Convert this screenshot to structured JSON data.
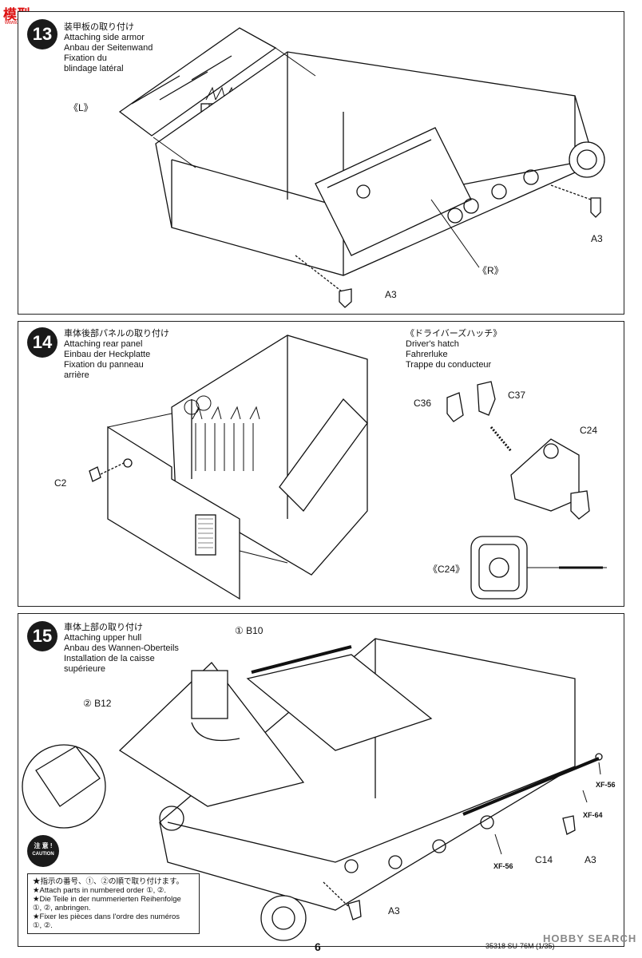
{
  "watermark_top": {
    "brand": "模型",
    "site": "www.hobbysearch.com"
  },
  "steps": [
    {
      "number": "13",
      "title_jp": "装甲板の取り付け",
      "title_en": "Attaching side armor",
      "title_de": "Anbau der Seitenwand",
      "title_fr_1": "Fixation du",
      "title_fr_2": "blindage latéral",
      "labels": {
        "left": "《L》",
        "right": "《R》",
        "part_a3_a": "A3",
        "part_a3_b": "A3"
      }
    },
    {
      "number": "14",
      "title_jp": "車体後部パネルの取り付け",
      "title_en": "Attaching rear panel",
      "title_de": "Einbau der Heckplatte",
      "title_fr_1": "Fixation du panneau",
      "title_fr_2": "arrière",
      "hatch": {
        "title_jp": "《ドライバーズハッチ》",
        "title_en": "Driver's hatch",
        "title_de": "Fahrerluke",
        "title_fr": "Trappe du conducteur"
      },
      "labels": {
        "c2": "C2",
        "c36": "C36",
        "c37": "C37",
        "c24": "C24",
        "c24_detail": "《C24》"
      }
    },
    {
      "number": "15",
      "title_jp": "車体上部の取り付け",
      "title_en": "Attaching upper hull",
      "title_de": "Anbau des Wannen-Oberteils",
      "title_fr_1": "Installation de la caisse",
      "title_fr_2": "supérieure",
      "labels": {
        "b10": "① B10",
        "b12": "② B12",
        "xf56_a": "XF-56",
        "xf64": "XF-64",
        "xf56_b": "XF-56",
        "c14": "C14",
        "a3_a": "A3",
        "a3_b": "A3"
      },
      "caution": {
        "badge_jp": "注 意 !",
        "badge_en": "CAUTION",
        "line_jp": "★指示の番号、①、②の順で取り付けます。",
        "line_en": "★Attach parts in numbered order ①, ②.",
        "line_de_1": "★Die Teile in der nummerierten Reihenfolge",
        "line_de_2": "①, ②, anbringen.",
        "line_fr_1": "★Fixer les pièces dans l'ordre des numéros",
        "line_fr_2": "①, ②."
      }
    }
  ],
  "footer": {
    "page_number": "6",
    "code": "35318 SU-76M (1/35)",
    "watermark": "HOBBY SEARCH"
  }
}
